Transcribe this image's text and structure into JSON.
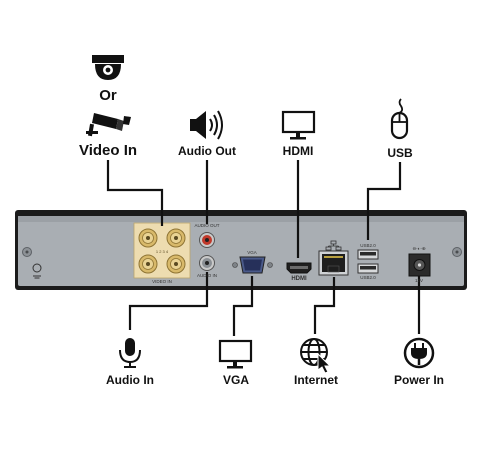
{
  "labels": {
    "or": "Or",
    "video_in": "Video In",
    "audio_out": "Audio Out",
    "hdmi": "HDMI",
    "usb": "USB",
    "audio_in": "Audio In",
    "vga": "VGA",
    "internet": "Internet",
    "power_in": "Power In"
  },
  "panel_text": {
    "audio_out": "AUDIO OUT",
    "audio_in": "AUDIO IN",
    "video_in": "VIDEO IN",
    "vga": "VGA",
    "hdmi": "HDMI",
    "usb1": "USB2.0",
    "usb2": "USB2.0",
    "power": "12V",
    "dc_symbol": "⊖-◐-⊕"
  },
  "colors": {
    "panel": "#a9aeb3",
    "frame": "#1b1b1b",
    "bnc_gold": "#d8b96a",
    "line": "#111111"
  }
}
